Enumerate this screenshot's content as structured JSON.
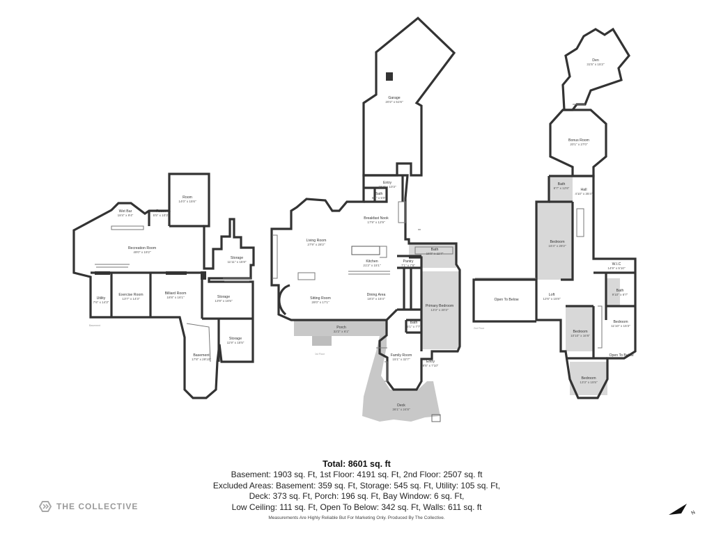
{
  "rooms": {
    "wet_bar": {
      "name": "Wet Bar",
      "dim": "18'4\" x 9'4\""
    },
    "room_small": {
      "name": "Room",
      "dim": "5'5\" x 10'3\""
    },
    "room_top": {
      "name": "Room",
      "dim": "14'0\" x 15'6\""
    },
    "recreation": {
      "name": "Recreation Room",
      "dim": "49'0\" x 19'2\""
    },
    "storage_a": {
      "name": "Storage",
      "dim": "11'11\" x 15'8\""
    },
    "utility": {
      "name": "Utility",
      "dim": "7'6\" x 14'3\""
    },
    "exercise": {
      "name": "Exercise Room",
      "dim": "13'7\" x 14'3\""
    },
    "billiard": {
      "name": "Billiard Room",
      "dim": "18'8\" x 16'1\""
    },
    "storage_b": {
      "name": "Storage",
      "dim": "13'9\" x 16'5\""
    },
    "storage_c": {
      "name": "Storage",
      "dim": "11'9\" x 15'5\""
    },
    "basement": {
      "name": "Basement",
      "dim": "17'8\" x 29'10\""
    },
    "garage": {
      "name": "Garage",
      "dim": "20'2\" x 51'6\""
    },
    "entry_top": {
      "name": "Entry",
      "dim": "15'4\" x 10'3\""
    },
    "bath_1": {
      "name": "Bath",
      "dim": "8'1\" x 5'0\""
    },
    "breakfast": {
      "name": "Breakfast Nook",
      "dim": "17'9\" x 12'9\""
    },
    "living": {
      "name": "Living Room",
      "dim": "27'9\" x 28'2\""
    },
    "kitchen": {
      "name": "Kitchen",
      "dim": "21'2\" x 15'1\""
    },
    "bath_2": {
      "name": "Bath",
      "dim": "16'0\" x 11'7\""
    },
    "pantry": {
      "name": "Pantry",
      "dim": "7'1\" x 7'8\""
    },
    "sitting": {
      "name": "Sitting Room",
      "dim": "28'0\" x 17'1\""
    },
    "dining": {
      "name": "Dining Area",
      "dim": "18'3\" x 15'4\""
    },
    "primary_bed": {
      "name": "Primary Bedroom",
      "dim": "13'3\" x 30'3\""
    },
    "porch": {
      "name": "Porch",
      "dim": "32'2\" x 6'1\""
    },
    "bath_3": {
      "name": "Bath",
      "dim": "5'1\" x 7'7\""
    },
    "family": {
      "name": "Family Room",
      "dim": "15'1\" x 32'7\""
    },
    "entry_bottom": {
      "name": "Entry",
      "dim": "8'5\" x 7'10\""
    },
    "deck": {
      "name": "Deck",
      "dim": "36'1\" x 24'8\""
    },
    "den": {
      "name": "Den",
      "dim": "31'5\" x 15'2\""
    },
    "bonus": {
      "name": "Bonus Room",
      "dim": "20'1\" x 27'0\""
    },
    "bath_4": {
      "name": "Bath",
      "dim": "8'7\" x 12'6\""
    },
    "hall": {
      "name": "Hall",
      "dim": "4'10\" x 35'4\""
    },
    "bedroom_1": {
      "name": "Bedroom",
      "dim": "16'4\" x 28'2\""
    },
    "wic": {
      "name": "W.I.C",
      "dim": "14'9\" x 5'10\""
    },
    "open_below_1": {
      "name": "Open To Below",
      "dim": ""
    },
    "loft": {
      "name": "Loft",
      "dim": "12'6\" x 15'8\""
    },
    "bath_5": {
      "name": "Bath",
      "dim": "9'10\" x 6'7\""
    },
    "bedroom_2": {
      "name": "Bedroom",
      "dim": "10'10\" x 16'6\""
    },
    "bedroom_3": {
      "name": "Bedroom",
      "dim": "11'10\" x 15'3\""
    },
    "open_below_2": {
      "name": "Open To Below",
      "dim": ""
    },
    "bedroom_4": {
      "name": "Bedroom",
      "dim": "13'3\" x 15'5\""
    }
  },
  "floor_labels": {
    "basement": "Basement",
    "first": "1st Floor",
    "second": "2nd Floor"
  },
  "summary": {
    "total": "Total: 8601 sq. ft",
    "line1": "Basement: 1903 sq. Ft, 1st Floor: 4191 sq. Ft, 2nd Floor: 2507 sq. ft",
    "line2": "Excluded Areas: Basement: 359 sq. Ft, Storage: 545 sq. Ft, Utility: 105 sq. Ft,",
    "line3": "Deck: 373 sq. Ft, Porch: 196 sq. Ft, Bay Window: 6 sq. Ft,",
    "line4": "Low Ceiling: 111 sq. Ft, Open To Below: 342 sq. Ft, Walls: 611 sq. ft",
    "disclaimer": "Measurements Are Highly Reliable But For Marketing Only. Produced By The Collective."
  },
  "brand": {
    "name": "THE COLLECTIVE",
    "icon": "collective-logo-icon"
  },
  "compass": {
    "label": "N",
    "icon": "north-arrow-icon"
  }
}
